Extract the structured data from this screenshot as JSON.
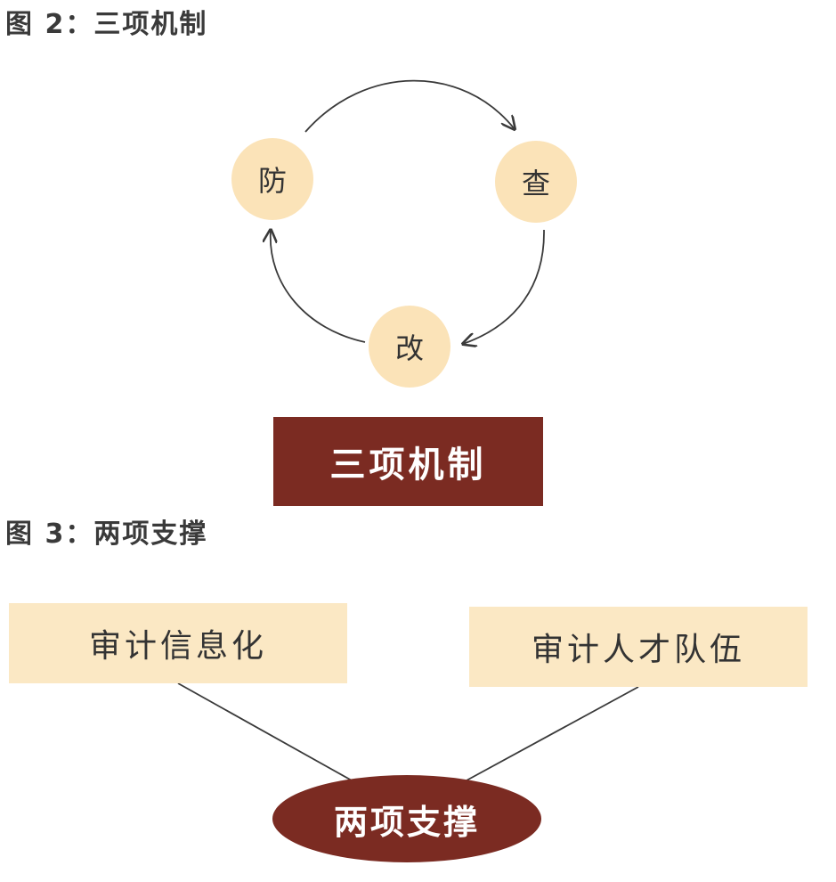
{
  "figure2": {
    "caption": "图 2：三项机制",
    "nodes": {
      "fang": "防",
      "cha": "查",
      "gai": "改"
    },
    "title": "三项机制"
  },
  "figure3": {
    "caption": "图 3：两项支撑",
    "left_box": "审计信息化",
    "right_box": "审计人才队伍",
    "center": "两项支撑"
  },
  "colors": {
    "node_fill": "#fbe3b8",
    "box_fill": "#fbe8c4",
    "accent": "#7b2b22",
    "line": "#3a3a3a"
  }
}
